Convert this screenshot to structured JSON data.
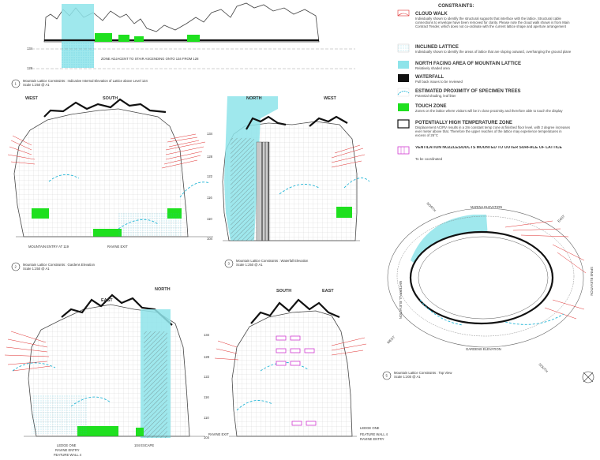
{
  "legend": {
    "header": "CONSTRAINTS:",
    "items": [
      {
        "key": "cloud",
        "title": "CLOUD WALK",
        "body": "Individually shown to identify the structural supports that interface with the lattice. Structural cable connections to envelope have been removed for clarity. Please note the cloud walk shown is from Main Contract Tender, which does not co-ordinate with the current lattice shape and aperture arrangement"
      },
      {
        "key": "inclined",
        "title": "INCLINED LATTICE",
        "body": "Individually shown to identify the areas of lattice that are sloping outward, overhanging the ground plane"
      },
      {
        "key": "north",
        "title": "NORTH FACING AREA OF MOUNTAIN LATTICE",
        "body": "Relatively shaded area"
      },
      {
        "key": "waterfall",
        "title": "WATERFALL",
        "body": "Pull back issues to be reviewed"
      },
      {
        "key": "trees",
        "title": "ESTIMATED PROXIMITY OF SPECIMEN TREES",
        "body": "Potential shading, leaf litter"
      },
      {
        "key": "touch",
        "title": "TOUCH ZONE",
        "body": "Zones on the lattice where visitors will be in close proximity and therefore able to touch the display"
      },
      {
        "key": "hightemp",
        "title": "POTENTIALLY HIGH TEMPERATURE ZONE",
        "body": "Displacement AC/RV results in a 2m constant temp zone at finished floor level, with 2 degree increases ever meter above that. Therefore the upper reaches of the lattice may experience temperatures in excess of 25°C"
      },
      {
        "key": "vents",
        "title": "VENTILATION NOZZLES/DUCTS MOUNTED TO OUTER SURFACE OF LATTICE",
        "body": "To be coordinated"
      }
    ]
  },
  "views": {
    "internal": {
      "num": "1",
      "caption": "Mountain Lattice Constraints : Indicative Internal Elevation of Lattice above Level 134",
      "scale": "Scale 1:250 @ A1",
      "note": "ZONE ADJACENT TO STAIR ASCENDING ONTO 134 FROM 128",
      "level_a": "134",
      "level_b": "128"
    },
    "gardens": {
      "num": "2",
      "caption": "Mountain Lattice Constraints : Gardens Elevation",
      "scale": "Scale 1:250 @ A1",
      "label_left": "WEST",
      "label_mid": "SOUTH",
      "entry": "MOUNTAIN ENTRY AT 119",
      "exit": "RAVINE EXIT"
    },
    "waterfall": {
      "num": "3",
      "caption": "Mountain Lattice Constraints : Waterfall Elevation",
      "scale": "Scale 1:250 @ A1",
      "label_left": "NORTH",
      "label_right": "WEST"
    },
    "east": {
      "label_left": "EAST",
      "label_right": "NORTH",
      "ledge": "LEDGE ONE",
      "entry": "RAVINE ENTRY",
      "feature": "FEATURE WALL 4",
      "escape": "104 ESCAPE"
    },
    "south": {
      "label_left": "SOUTH",
      "label_right": "EAST",
      "exit": "RAVINE EXIT",
      "ledge": "LEDGE ONE",
      "feature": "FEATURE WALL 4",
      "entry": "RAVINE ENTRY"
    },
    "top": {
      "num": "5",
      "caption": "Mountain Lattice Constraints : Top View",
      "scale": "Scale 1:200 @ A1",
      "marina": "MARINA ELEVATION",
      "gardens": "GARDENS ELEVATION",
      "waterfall": "WATERFALL ELEVATION",
      "spine": "SPINE ELEVATION",
      "north": "NORTH",
      "east": "EAST",
      "west": "WEST",
      "south": "SOUTH"
    }
  },
  "levels": {
    "l134": "134",
    "l128": "128",
    "l122": "122",
    "l116": "116",
    "l110": "110",
    "l104": "104"
  },
  "colors": {
    "cyan": "#8ee4ea",
    "green": "#1fe01f",
    "red": "#e03030",
    "magenta": "#d13bd1",
    "cloud": "#111111"
  }
}
